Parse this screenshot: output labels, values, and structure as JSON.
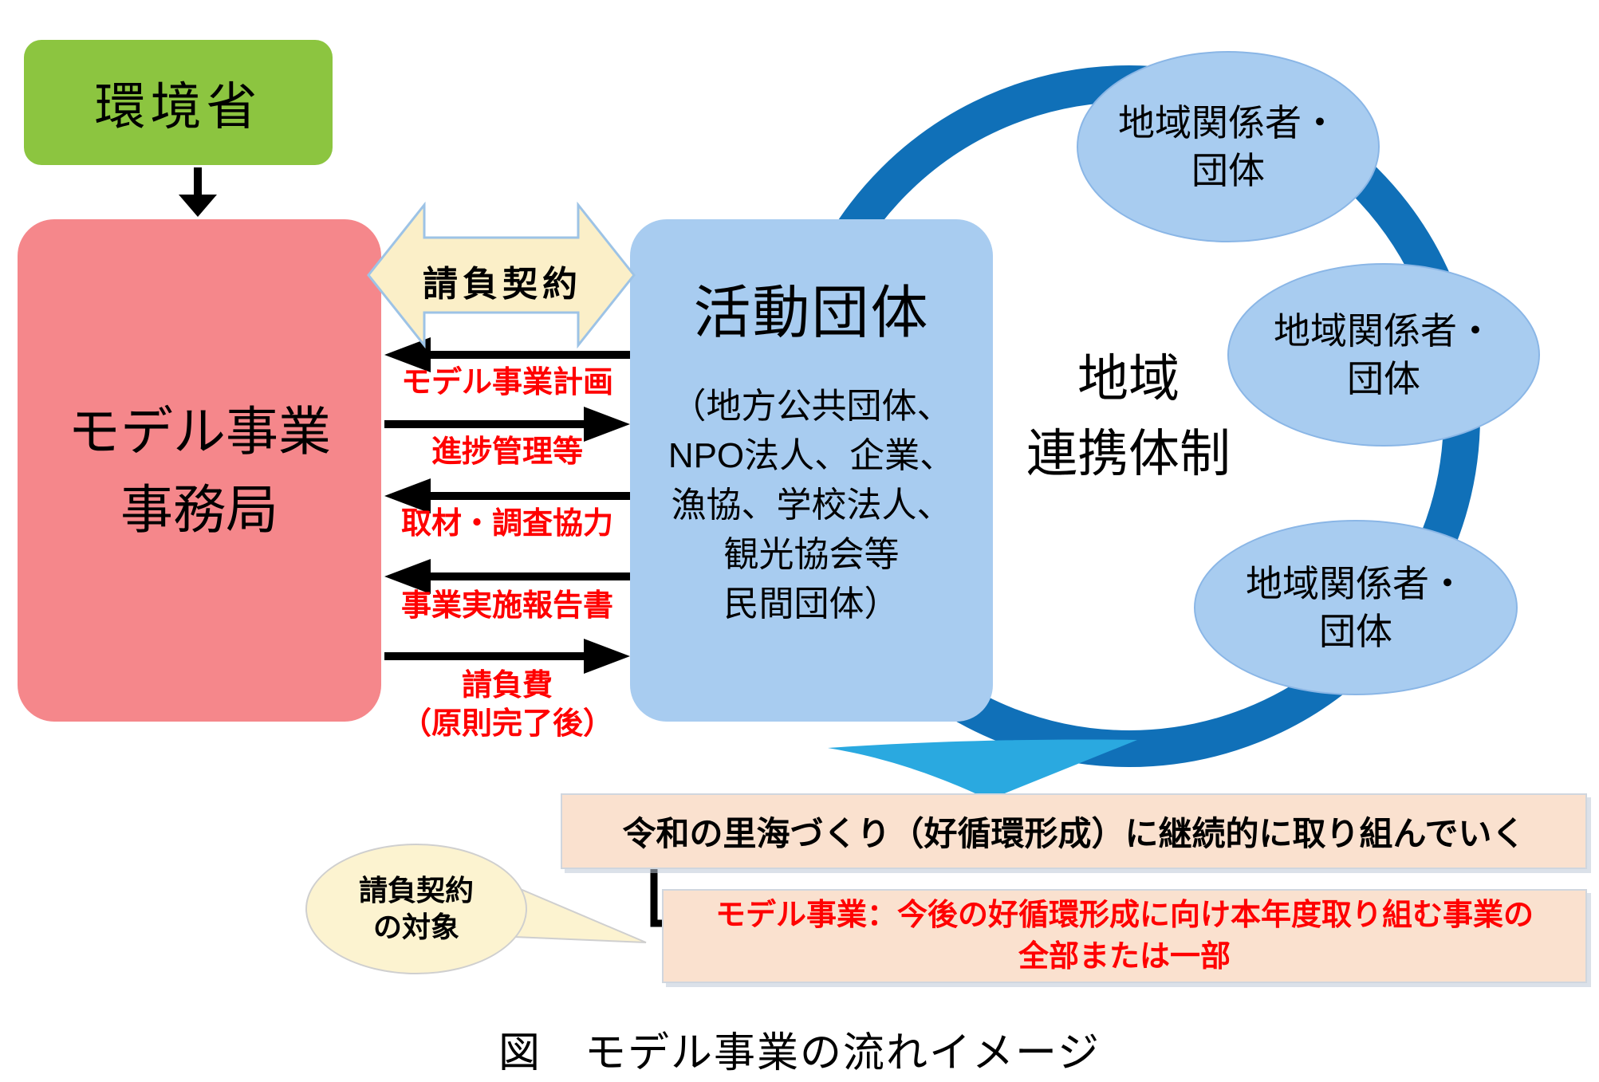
{
  "diagram": {
    "ministry": {
      "label": "環境省"
    },
    "secretariat": {
      "lines": [
        "モデル事業",
        "事務局"
      ]
    },
    "contract_arrow": {
      "label": "請負契約"
    },
    "flow_arrows": [
      {
        "label": "モデル事業計画",
        "direction": "left"
      },
      {
        "label": "進捗管理等",
        "direction": "right"
      },
      {
        "label": "取材・調査協力",
        "direction": "left"
      },
      {
        "label": "事業実施報告書",
        "direction": "left"
      },
      {
        "label": "請負費",
        "sub_label": "（原則完了後）",
        "direction": "right"
      }
    ],
    "activity_group": {
      "title": "活動団体",
      "member_lines": [
        "（地方公共団体、",
        "NPO法人、企業、",
        "漁協、学校法人、",
        "観光協会等",
        "民間団体）"
      ]
    },
    "regional_network": {
      "lines": [
        "地域",
        "連携体制"
      ],
      "stakeholder_label_lines": [
        "地域関係者・",
        "団体"
      ],
      "stakeholder_count": 3
    },
    "outcome_box": {
      "text": "令和の里海づくり（好循環形成）に継続的に取り組んでいく"
    },
    "model_project_box": {
      "lines": [
        "モデル事業：今後の好循環形成に向け本年度取り組む事業の",
        "全部または一部"
      ]
    },
    "contract_scope_bubble": {
      "lines": [
        "請負契約",
        "の対象"
      ]
    },
    "caption": "図　モデル事業の流れイメージ"
  },
  "colors": {
    "ministry_green": "#8CC540",
    "secretariat_pink": "#F5878B",
    "activity_blue": "#A8CCF0",
    "ring_blue": "#1070B8",
    "swoosh_cyan": "#2AA9E0",
    "cream_yellow": "#FBEFC8",
    "cream_border_blue": "#9DC3E6",
    "peach": "#FAE1CF",
    "label_red": "#FF0000"
  }
}
